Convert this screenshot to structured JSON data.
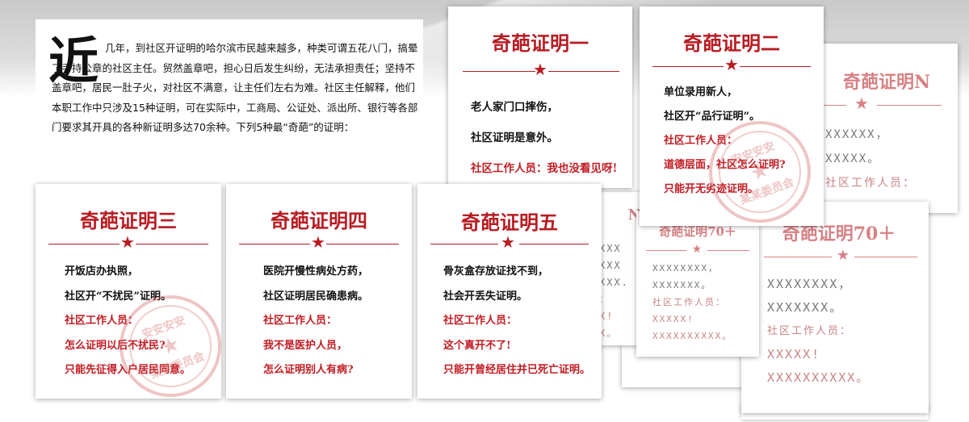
{
  "intro": {
    "big_char": "近",
    "text": "几年，到社区开证明的哈尔滨市民越来越多，种类可谓五花八门，搞晕了手持公章的社区主任。贸然盖章吧，担心日后发生纠纷，无法承担责任；坚持不盖章吧，居民一肚子火，对社区不满意，让主任们左右为难。社区主任解释，他们本职工作中只涉及15种证明，可在实际中，工商局、公证处、派出所、银行等各部门要求其开具的各种新证明多达70余种。下列5种最“奇葩”的证明："
  },
  "star_glyph": "★",
  "stamp": {
    "outer_text": "安安安安",
    "bottom_text": "某某委员会"
  },
  "cards": [
    {
      "title": "奇葩证明一",
      "lines": [
        {
          "text": "老人家门口摔伤，",
          "red": false
        },
        {
          "text": "社区证明是意外。",
          "red": false
        },
        {
          "text": "社区工作人员：我也没看见呀!",
          "red": true
        }
      ]
    },
    {
      "title": "奇葩证明二",
      "lines": [
        {
          "text": "单位录用新人，",
          "red": false
        },
        {
          "text": "社区开“品行证明”。",
          "red": false
        },
        {
          "text": "社区工作人员：",
          "red": true
        },
        {
          "text": "道德层面，社区怎么证明?",
          "red": true
        },
        {
          "text": "只能开无劣迹证明。",
          "red": true
        }
      ]
    },
    {
      "title": "奇葩证明三",
      "lines": [
        {
          "text": "开饭店办执照，",
          "red": false
        },
        {
          "text": "社区开“不扰民”证明。",
          "red": false
        },
        {
          "text": "社区工作人员：",
          "red": true
        },
        {
          "text": "怎么证明以后不扰民?",
          "red": true
        },
        {
          "text": "只能先征得入户居民同意。",
          "red": true
        }
      ]
    },
    {
      "title": "奇葩证明四",
      "lines": [
        {
          "text": "医院开慢性病处方药，",
          "red": false
        },
        {
          "text": "社区证明居民确患病。",
          "red": false
        },
        {
          "text": "社区工作人员：",
          "red": true
        },
        {
          "text": "我不是医护人员，",
          "red": true
        },
        {
          "text": "怎么证明别人有病?",
          "red": true
        }
      ]
    },
    {
      "title": "奇葩证明五",
      "lines": [
        {
          "text": "骨灰盒存放证找不到，",
          "red": false
        },
        {
          "text": "社会开丢失证明。",
          "red": false
        },
        {
          "text": "社区工作人员：",
          "red": true
        },
        {
          "text": "这个真开不了!",
          "red": true
        },
        {
          "text": "只能开曾经居住并已死亡证明。",
          "red": true
        }
      ]
    }
  ],
  "faded_cards": [
    {
      "title": "奇葩证明N",
      "lines": [
        {
          "text": "XXXXXX，",
          "red": false
        },
        {
          "text": "XXXXX。",
          "red": false
        },
        {
          "text": "社区工作人员：",
          "red": true
        }
      ]
    },
    {
      "title": "奇葩证明70＋",
      "lines": [
        {
          "text": "XXXXXXXX，",
          "red": false
        },
        {
          "text": "XXXXXXX。",
          "red": false
        },
        {
          "text": "社区工作人员：",
          "red": true
        },
        {
          "text": "XXXXX!",
          "red": true
        },
        {
          "text": "XXXXXXXXXX。",
          "red": true
        }
      ]
    },
    {
      "title": "奇葩证明70＋",
      "lines": [
        {
          "text": "XXXXXXXX，",
          "red": false
        },
        {
          "text": "XXXXXXX。",
          "red": false
        },
        {
          "text": "社区工作人员：",
          "red": true
        },
        {
          "text": "XXXXX!",
          "red": true
        },
        {
          "text": "XXXXXXXXXX。",
          "red": true
        }
      ]
    },
    {
      "title": "N",
      "lines": [
        {
          "text": "XXX",
          "red": false
        },
        {
          "text": "XXX",
          "red": false
        },
        {
          "text": "XXX.",
          "red": false
        },
        {
          "text": "：",
          "red": true
        },
        {
          "text": "X!",
          "red": true
        },
        {
          "text": "X。",
          "red": true
        }
      ]
    }
  ]
}
